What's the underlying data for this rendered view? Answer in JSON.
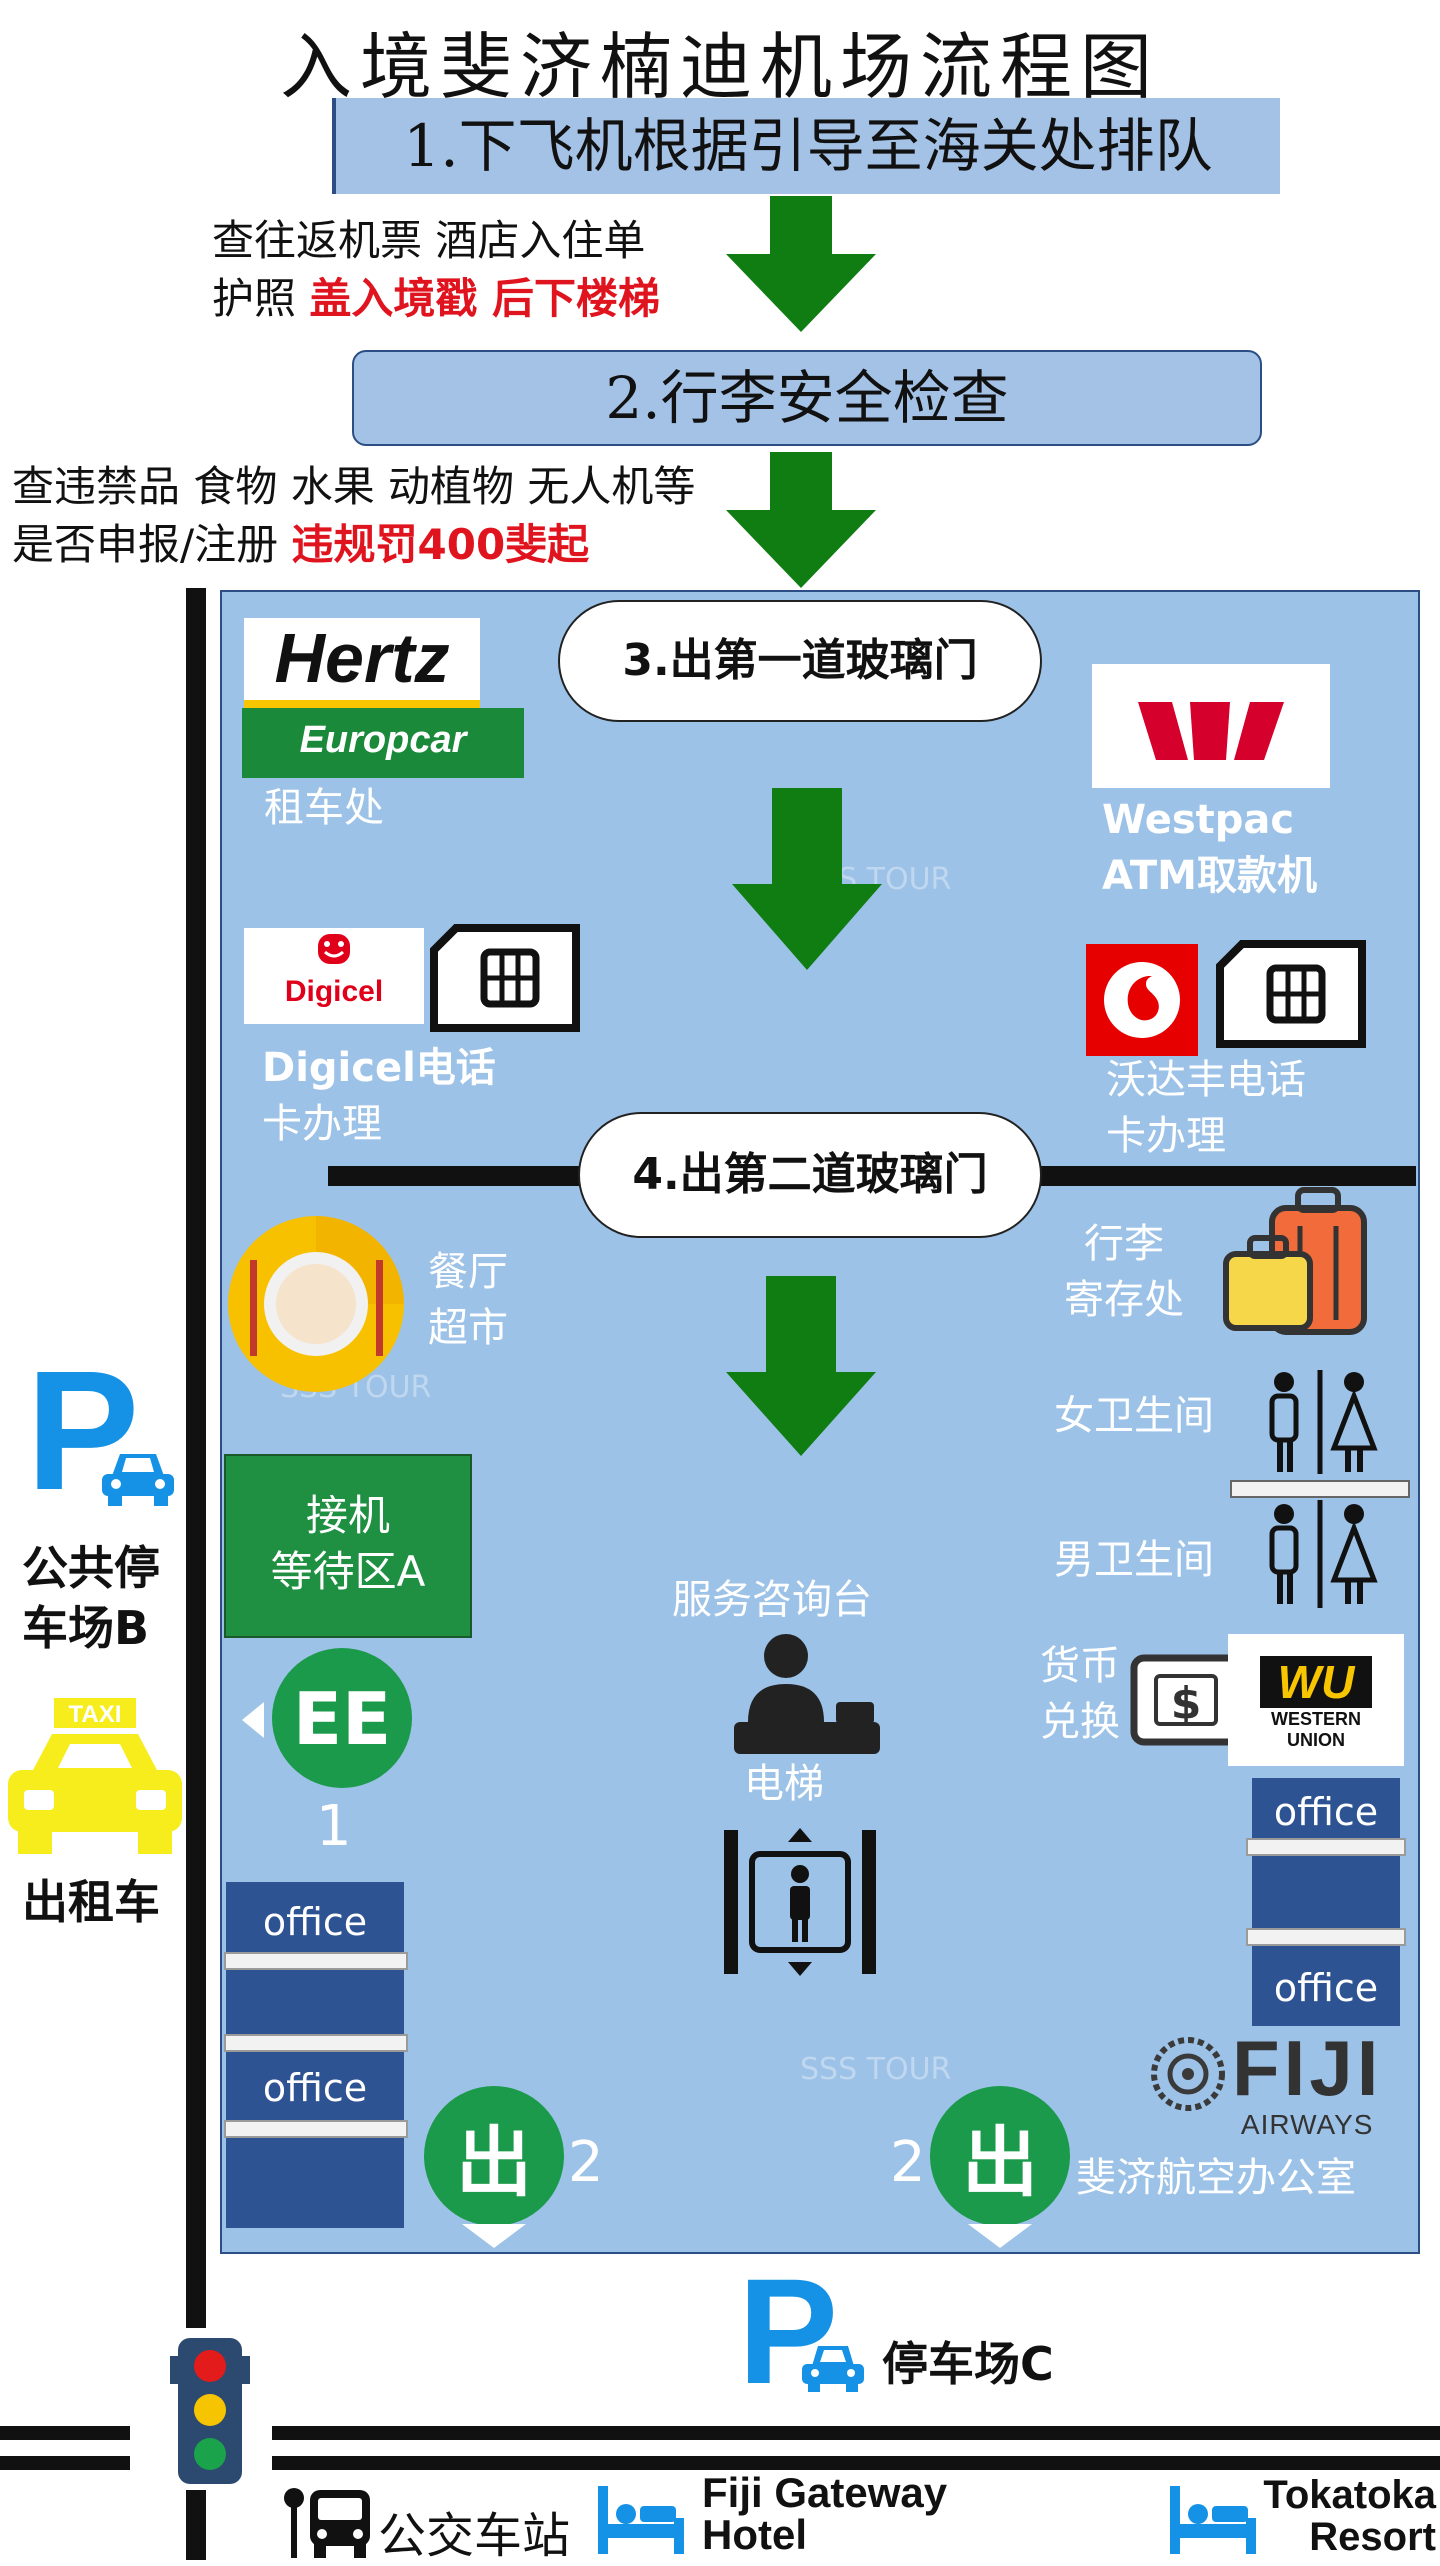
{
  "title": "入境斐济楠迪机场流程图",
  "steps": {
    "step1": "1.下飞机根据引导至海关处排队",
    "step2": "2.行李安全检查",
    "step3": "3.出第一道玻璃门",
    "step4": "4.出第二道玻璃门"
  },
  "notes": {
    "step1_line1": "查往返机票 酒店入住单",
    "step1_line2_prefix": "护照 ",
    "step1_line2_red": "盖入境戳 后下楼梯",
    "step2_line1": "查违禁品 食物 水果 动植物 无人机等",
    "step2_line2_prefix": "是否申报/注册 ",
    "step2_line2_red": "违规罚400斐起"
  },
  "services": {
    "hertz_logo": "Hertz",
    "europcar_logo": "Europcar",
    "car_rental": "租车处",
    "westpac_line1": "Westpac",
    "westpac_line2": "ATM取款机",
    "digicel_logo": "Digicel",
    "digicel_line1": "Digicel电话",
    "digicel_line2": "卡办理",
    "vodafone_line1": "沃达丰电话",
    "vodafone_line2": "卡办理",
    "restaurant_line1": "餐厅",
    "restaurant_line2": "超市",
    "luggage_line1": "行李",
    "luggage_line2": "寄存处",
    "female_toilet": "女卫生间",
    "male_toilet": "男卫生间",
    "pickup_line1": "接机",
    "pickup_line2": "等待区A",
    "info_desk": "服务咨询台",
    "elevator": "电梯",
    "currency_line1": "货币",
    "currency_line2": "兑换",
    "wu_logo": "WU",
    "wu_sub1": "WESTERN",
    "wu_sub2": "UNION",
    "office": "office",
    "fiji_logo": "FIJI",
    "fiji_sub": "AIRWAYS",
    "fiji_office": "斐济航空办公室",
    "watermark": "SSS TOUR"
  },
  "exits": {
    "exit_glyph": "出",
    "elevator_glyph": "EE",
    "num1": "1",
    "num2": "2"
  },
  "outside": {
    "parking_p": "P",
    "parking_b_line1": "公共停",
    "parking_b_line2": "车场B",
    "taxi_sign": "TAXI",
    "taxi": "出租车",
    "parking_c": "停车场C",
    "bus_stop": "公交车站",
    "hotel1_line1": "Fiji Gateway",
    "hotel1_line2": "Hotel",
    "hotel2_line1": "Tokatoka",
    "hotel2_line2": "Resort"
  },
  "colors": {
    "hall": "#9dc2e7",
    "step_box": "#a4c2e6",
    "arrow_green": "#0f7d12",
    "red_text": "#e0141e",
    "exit_green": "#1a9a4a",
    "office_blue": "#2e5393",
    "parking_blue": "#1592e6"
  }
}
